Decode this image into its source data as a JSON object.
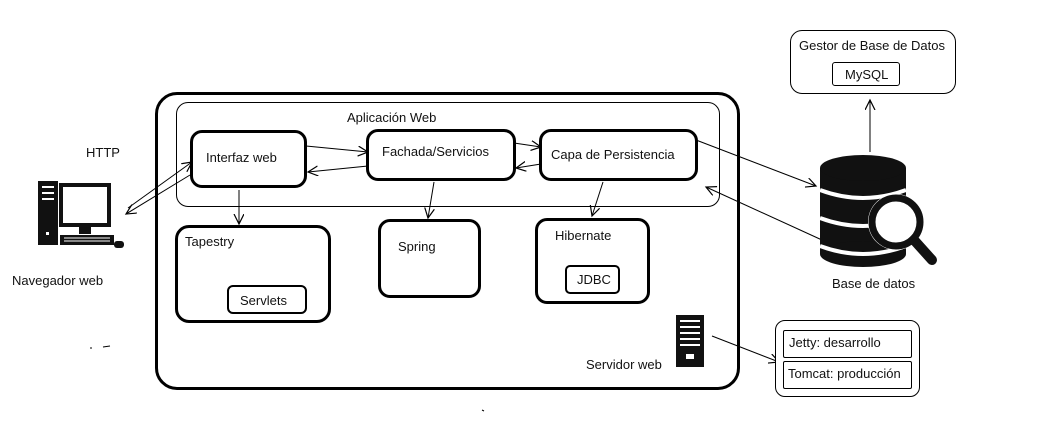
{
  "labels": {
    "http": "HTTP",
    "browser": "Navegador web",
    "web_app": "Aplicación Web",
    "web_interface": "Interfaz web",
    "facade": "Fachada/Servicios",
    "persistence": "Capa de Persistencia",
    "tapestry": "Tapestry",
    "servlets": "Servlets",
    "spring": "Spring",
    "hibernate": "Hibernate",
    "jdbc": "JDBC",
    "web_server": "Servidor web",
    "db_manager": "Gestor de Base de Datos",
    "mysql": "MySQL",
    "database": "Base de datos",
    "jetty": "Jetty: desarrollo",
    "tomcat": "Tomcat: producción"
  },
  "icons": {
    "browser": "desktop-computer-icon",
    "server": "server-tower-icon",
    "database": "database-search-icon"
  }
}
